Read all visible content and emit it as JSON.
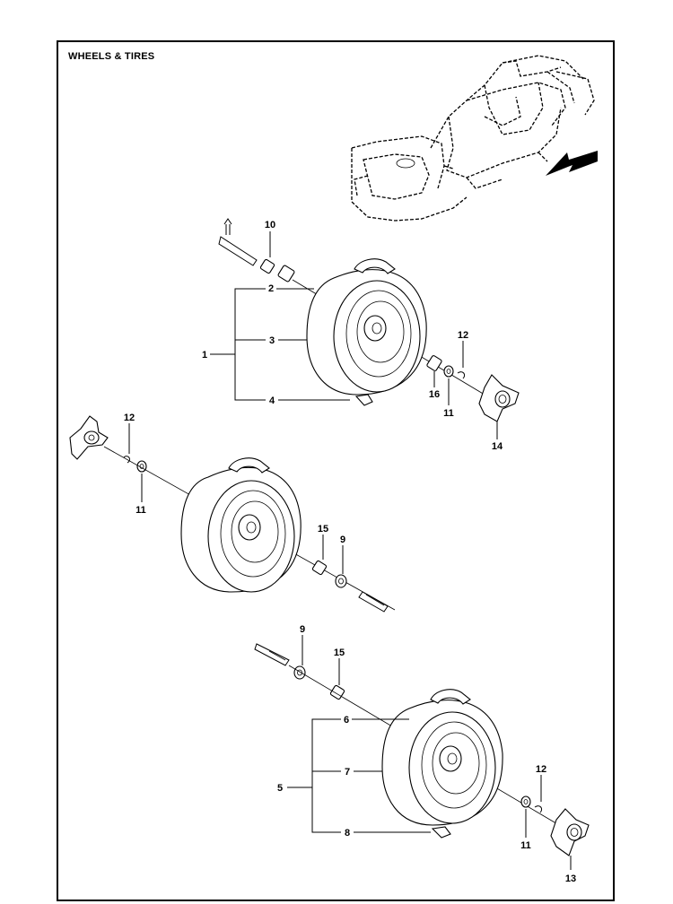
{
  "title": "WHEELS & TIRES",
  "colors": {
    "line": "#000000",
    "background": "#ffffff"
  },
  "callouts": [
    {
      "id": "c10a",
      "text": "10"
    },
    {
      "id": "c2",
      "text": "2"
    },
    {
      "id": "c1",
      "text": "1"
    },
    {
      "id": "c3",
      "text": "3"
    },
    {
      "id": "c4",
      "text": "4"
    },
    {
      "id": "c12a",
      "text": "12"
    },
    {
      "id": "c16",
      "text": "16"
    },
    {
      "id": "c11a",
      "text": "11"
    },
    {
      "id": "c14",
      "text": "14"
    },
    {
      "id": "c12b",
      "text": "12"
    },
    {
      "id": "c11b",
      "text": "11"
    },
    {
      "id": "c15a",
      "text": "15"
    },
    {
      "id": "c9a",
      "text": "9"
    },
    {
      "id": "c9b",
      "text": "9"
    },
    {
      "id": "c15b",
      "text": "15"
    },
    {
      "id": "c6",
      "text": "6"
    },
    {
      "id": "c5",
      "text": "5"
    },
    {
      "id": "c7",
      "text": "7"
    },
    {
      "id": "c8",
      "text": "8"
    },
    {
      "id": "c12c",
      "text": "12"
    },
    {
      "id": "c11c",
      "text": "11"
    },
    {
      "id": "c13",
      "text": "13"
    }
  ]
}
